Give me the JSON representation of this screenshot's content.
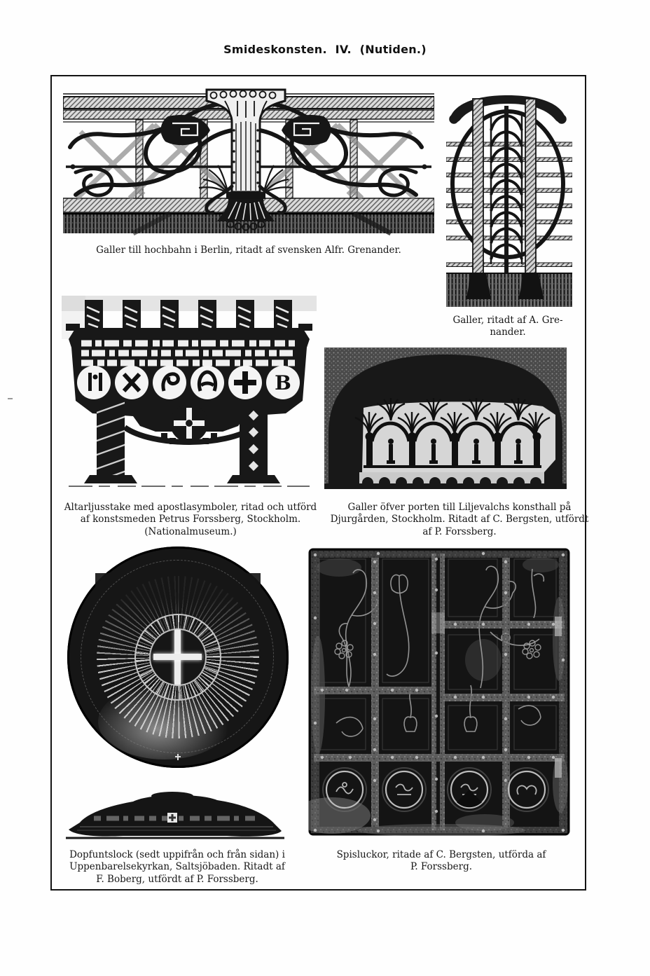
{
  "page": {
    "title": "Smideskonsten.  IV.  (Nutiden.)",
    "paper_color": "#fefefe",
    "ink_color": "#141414"
  },
  "captions": {
    "berlin_railing": "Galler till hochbahn i Berlin, ritadt af svensken Alfr. Grenander.",
    "grenander_grille": "Galler, ritadt af A. Gre-\nnander.",
    "altar_candlestick": "Altarljusstake med apostlasymboler, ritad och utförd\naf konstsmeden Petrus Forssberg, Stockholm.\n(Nationalmuseum.)",
    "liljevalchs_grille": "Galler öfver porten till Liljevalchs konsthall på Djurgården, Stockholm.  Ritadt af C. Bergsten, utfördt\naf P. Forssberg.",
    "font_lid": "Dopfuntslock (sedt uppifrån och från sidan) i\nUppenbarelsekyrkan, Saltsjöbaden.  Ritadt af\nF. Boberg, utfördt af P. Forssberg.",
    "fire_hatches": "Spisluckor, ritade af C. Bergsten, utförda af\nP. Forssberg."
  },
  "artwork": {
    "candlestick_monogram": "B"
  }
}
